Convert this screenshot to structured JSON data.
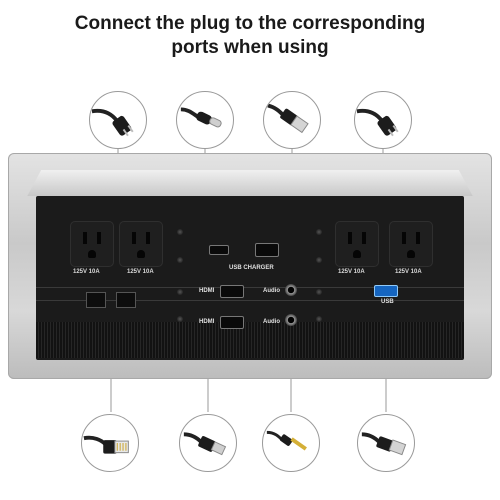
{
  "heading": {
    "line1": "Connect the plug to the corresponding",
    "line2": "ports when using"
  },
  "panel": {
    "outlet_labels": [
      "125V 10A",
      "125V 10A",
      "125V 10A",
      "125V 10A"
    ],
    "usb_charger_label": "USB CHARGER",
    "hdmi_label": "HDMI",
    "hdmi_label_2": "HDMI",
    "audio_label": "Audio",
    "audio_label_2": "Audio",
    "usb_label": "USB"
  },
  "plugs": {
    "top": [
      "power-plug-icon",
      "usb-c-plug-icon",
      "usb-a-plug-icon",
      "power-plug-icon"
    ],
    "bottom": [
      "ethernet-plug-icon",
      "hdmi-plug-icon",
      "audio-plug-icon",
      "usb-a-plug-icon"
    ]
  },
  "colors": {
    "usb_port": "#1565c0",
    "panel_frame": "#c9c9c9",
    "callout_line": "#9a9a9a"
  }
}
